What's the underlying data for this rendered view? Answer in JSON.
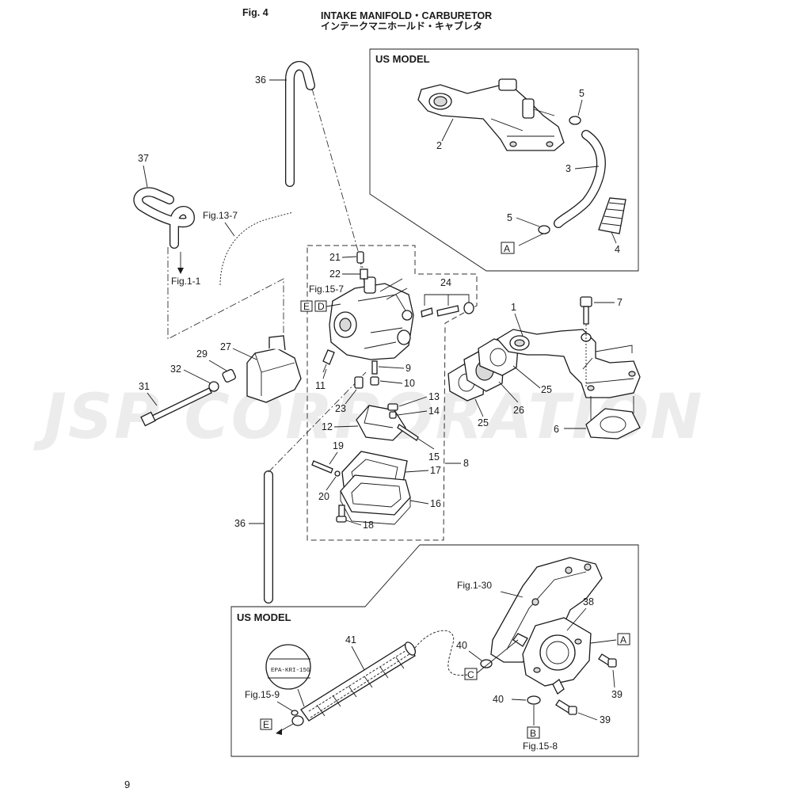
{
  "header": {
    "fig_no": "Fig. 4",
    "title_en": "INTAKE MANIFOLD・CARBURETOR",
    "title_jp": "インテークマニホールド・キャブレタ"
  },
  "watermark": "JSP CORPORATION",
  "page_no": "9",
  "us_model_top": {
    "title": "US MODEL"
  },
  "us_model_bottom": {
    "title": "US MODEL"
  },
  "callouts": {
    "p1": "1",
    "p2": "2",
    "p3": "3",
    "p4": "4",
    "p5a": "5",
    "p5b": "5",
    "p6": "6",
    "p7": "7",
    "p8": "8",
    "p9": "9",
    "p10": "10",
    "p11": "11",
    "p12": "12",
    "p13": "13",
    "p14": "14",
    "p15": "15",
    "p16": "16",
    "p17": "17",
    "p18": "18",
    "p19": "19",
    "p20": "20",
    "p21": "21",
    "p22": "22",
    "p23": "23",
    "p24": "24",
    "p25a": "25",
    "p25b": "25",
    "p26": "26",
    "p27": "27",
    "p29": "29",
    "p31": "31",
    "p32": "32",
    "p36a": "36",
    "p36b": "36",
    "p37": "37",
    "p38": "38",
    "p39a": "39",
    "p39b": "39",
    "p40a": "40",
    "p40b": "40",
    "p41": "41"
  },
  "refs": {
    "fig13_7": "Fig.13-7",
    "fig1_1": "Fig.1-1",
    "fig15_7": "Fig.15-7",
    "fig1_30": "Fig.1-30",
    "fig15_9": "Fig.15-9",
    "fig15_8": "Fig.15-8",
    "epa_label": "EPA-KRI-15G"
  },
  "tags": {
    "A_top": "A",
    "A_bottom": "A",
    "B": "B",
    "C": "C",
    "D": "D",
    "E_top": "E",
    "E_bottom": "E"
  }
}
